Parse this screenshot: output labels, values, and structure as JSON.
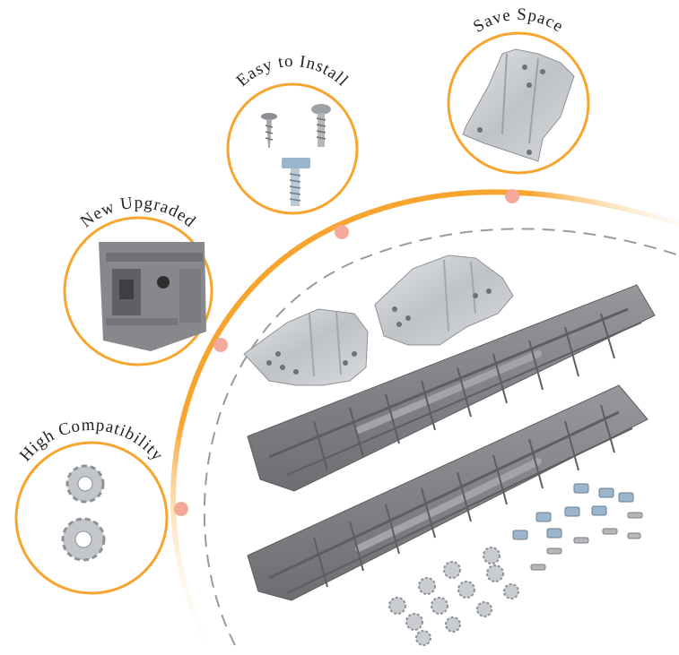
{
  "features": [
    {
      "id": "save-space",
      "label": "Save Space"
    },
    {
      "id": "easy-install",
      "label": "Easy to Install"
    },
    {
      "id": "new-upgraded",
      "label": "New Upgraded"
    },
    {
      "id": "high-compat",
      "label": "High Compatibility"
    }
  ],
  "colors": {
    "accent_orange": "#F7A52E",
    "ring_dot": "#F6A99A",
    "dashed_ring": "#9A9A9A",
    "rail_gray": "#7D7F82",
    "metal": "#C9CCD0",
    "screw_blue": "#9BB6CC"
  }
}
